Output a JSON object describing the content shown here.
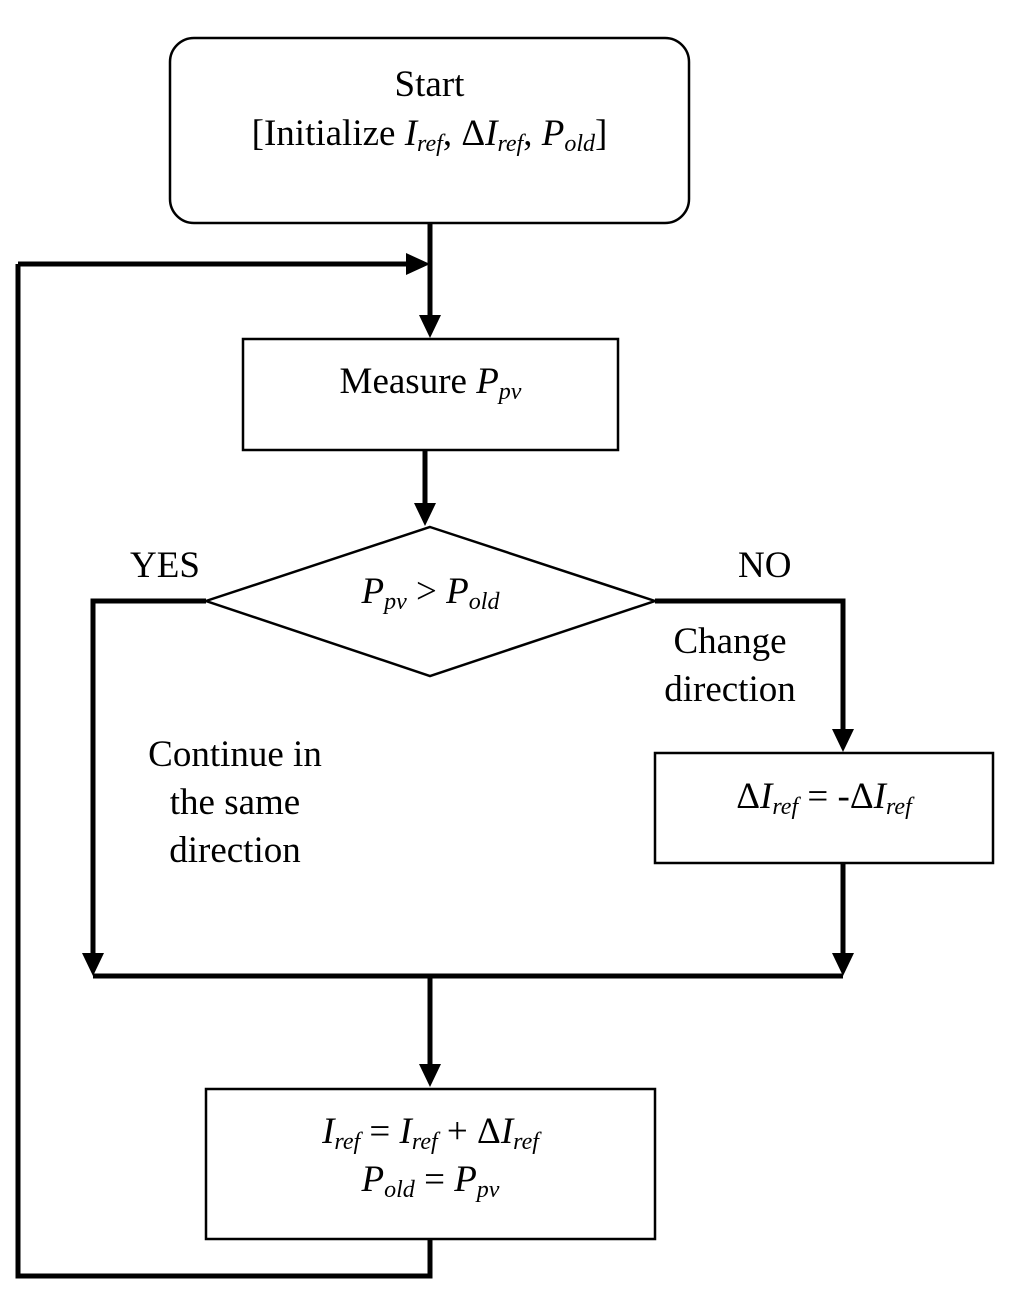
{
  "start": {
    "line1": "Start",
    "line2_open": "[Initialize ",
    "var_I": "I",
    "sub_ref": "ref",
    "sep": ", ",
    "delta": "Δ",
    "var_P": "P",
    "sub_old": "old",
    "close": "]"
  },
  "measure": {
    "label": "Measure ",
    "var": "P",
    "sub": "pv"
  },
  "decision": {
    "lhs_var": "P",
    "lhs_sub": "pv",
    "op": " > ",
    "rhs_var": "P",
    "rhs_sub": "old"
  },
  "branches": {
    "yes": "YES",
    "no": "NO",
    "yes_note": [
      "Continue in",
      "the same",
      "direction"
    ],
    "no_note": [
      "Change",
      "direction"
    ]
  },
  "invert": {
    "delta": "Δ",
    "var": "I",
    "sub": "ref",
    "op": " = -",
    "delta2": "Δ",
    "var2": "I",
    "sub2": "ref"
  },
  "update": {
    "l1_var": "I",
    "l1_sub": "ref",
    "l1_op": " = ",
    "l1_var2": "I",
    "l1_sub2": "ref",
    "l1_plus": " + ",
    "l1_delta": "Δ",
    "l1_var3": "I",
    "l1_sub3": "ref",
    "l2_var": "P",
    "l2_sub": "old",
    "l2_op": " = ",
    "l2_var2": "P",
    "l2_sub2": "pv"
  }
}
